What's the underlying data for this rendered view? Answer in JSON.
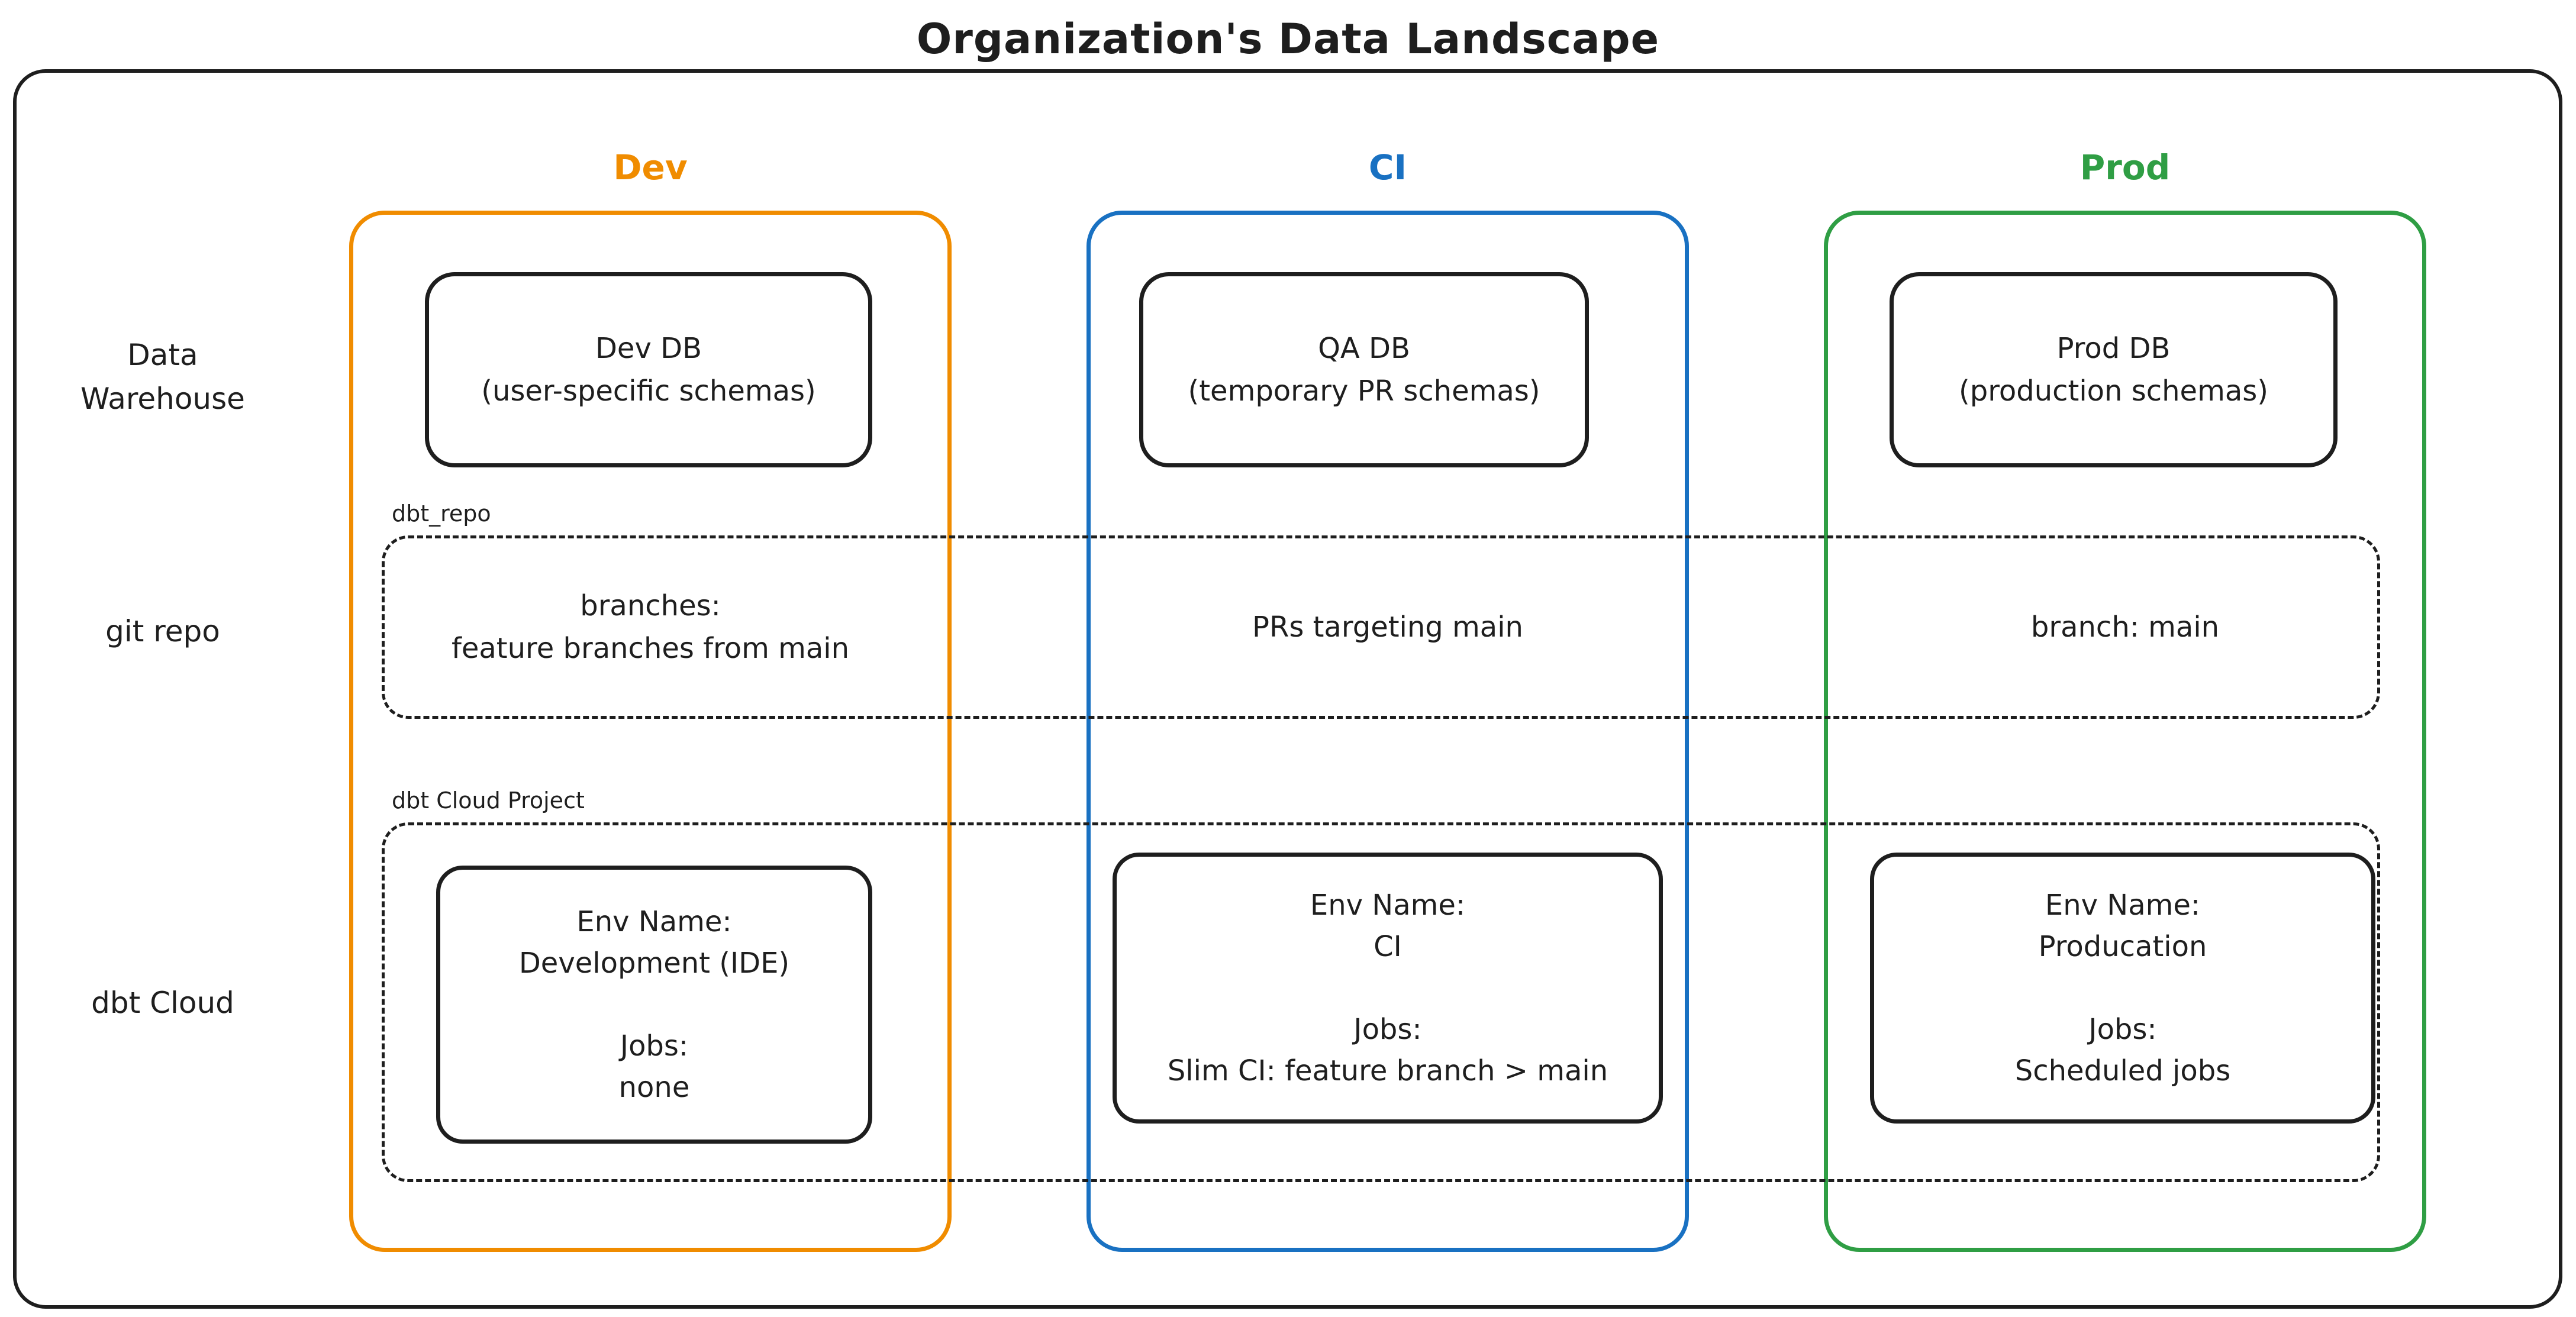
{
  "title": "Organization's Data Landscape",
  "colors": {
    "dev": "#f08c00",
    "ci": "#1971c2",
    "prod": "#2f9e44",
    "ink": "#1e1e1e"
  },
  "row_labels": {
    "warehouse": "Data\nWarehouse",
    "git": "git repo",
    "cloud": "dbt Cloud"
  },
  "group_labels": {
    "git_repo": "dbt_repo",
    "cloud_project": "dbt Cloud Project"
  },
  "columns": [
    {
      "label": "Dev",
      "db_name": "Dev DB",
      "db_schemas": "(user-specific schemas)",
      "git": "branches:\nfeature branches from main",
      "env_label": "Env Name:",
      "env_value": "Development (IDE)",
      "jobs_label": "Jobs:",
      "jobs_value": "none"
    },
    {
      "label": "CI",
      "db_name": "QA DB",
      "db_schemas": "(temporary PR schemas)",
      "git": "PRs targeting main",
      "env_label": "Env Name:",
      "env_value": "CI",
      "jobs_label": "Jobs:",
      "jobs_value": "Slim CI: feature branch > main"
    },
    {
      "label": "Prod",
      "db_name": "Prod DB",
      "db_schemas": "(production schemas)",
      "git": "branch: main",
      "env_label": "Env Name:",
      "env_value": "Producation",
      "jobs_label": "Jobs:",
      "jobs_value": "Scheduled jobs"
    }
  ]
}
